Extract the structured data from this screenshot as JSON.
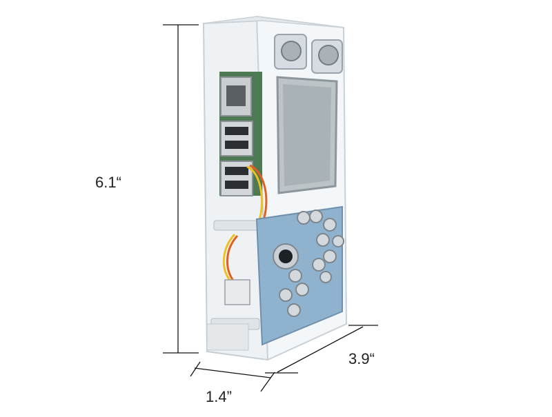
{
  "dimensions": {
    "height_label": "6.1“",
    "depth_label": "3.9“",
    "width_label": "1.4”"
  },
  "colors": {
    "line": "#111111",
    "acrylic": "#f3f6f8",
    "pcb_blue": "#8fb2cf",
    "pcb_green": "#4d7a52",
    "screen": "#bcc4c8"
  }
}
